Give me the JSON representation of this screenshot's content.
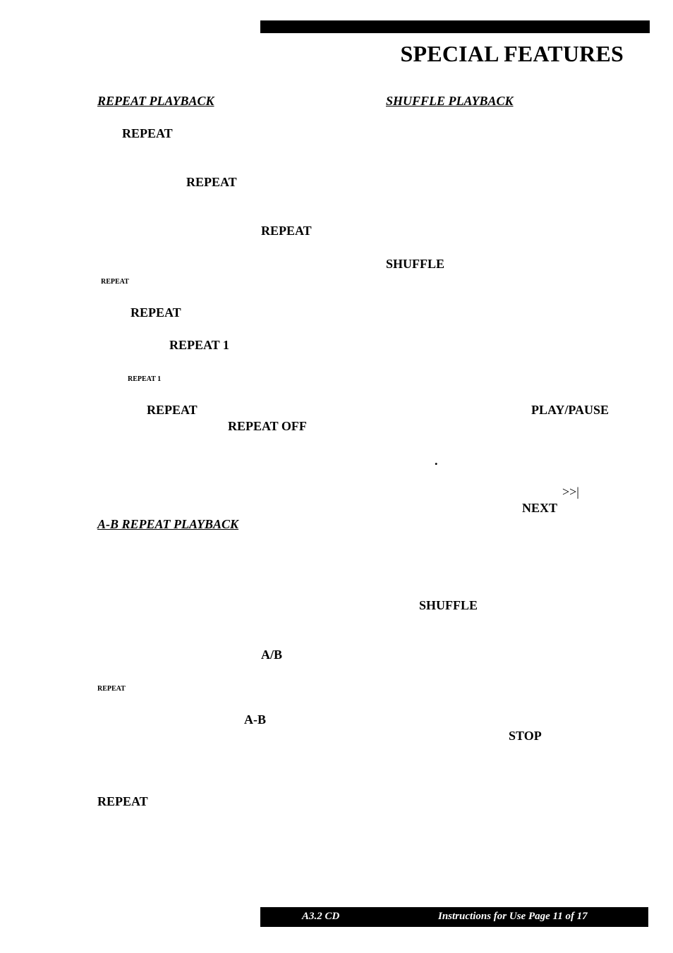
{
  "header": {
    "title": "SPECIAL FEATURES"
  },
  "sections": {
    "repeat_heading": "REPEAT  PLAYBACK",
    "shuffle_heading": "SHUFFLE  PLAYBACK",
    "ab_heading": "A-B  REPEAT  PLAYBACK"
  },
  "labels": {
    "repeat_1": "REPEAT",
    "repeat_2": "REPEAT",
    "repeat_3": "REPEAT",
    "repeat_display_1": "REPEAT",
    "repeat_4": "REPEAT",
    "repeat_one": "REPEAT 1",
    "repeat_one_display": "REPEAT 1",
    "repeat_5": "REPEAT",
    "repeat_off": "REPEAT OFF",
    "ab": "A/B",
    "repeat_display_2": "REPEAT",
    "a_b": "A-B",
    "repeat_6": "REPEAT",
    "shuffle_1": "SHUFFLE",
    "play_pause": "PLAY/PAUSE",
    "dot": ".",
    "next_symbol": ">>|",
    "next": "NEXT",
    "shuffle_2": "SHUFFLE",
    "stop": "STOP"
  },
  "footer": {
    "model": "A3.2  CD",
    "page_info": "Instructions for Use   Page 11 of 17"
  }
}
